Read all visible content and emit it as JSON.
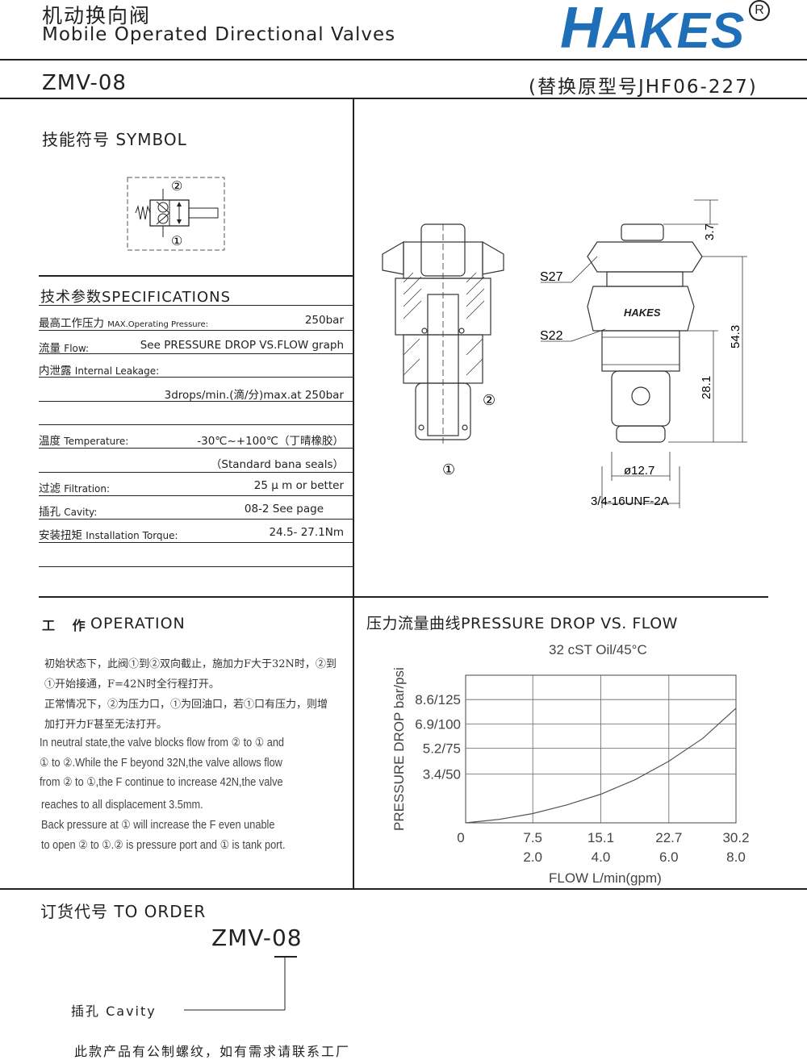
{
  "header": {
    "title_cn": "机动换向阀",
    "title_en": "Mobile Operated Directional Valves",
    "brand_first": "H",
    "brand_rest": "AKES",
    "registered_mark": "R",
    "model": "ZMV-08",
    "replacement": "(替换原型号JHF06-227)"
  },
  "symbol": {
    "title": "技能符号  SYMBOL",
    "port_top": "②",
    "port_bottom": "①"
  },
  "drawing": {
    "port2": "②",
    "port1": "①",
    "hex1": "S27",
    "hex2": "S22",
    "body_brand": "HAKES",
    "dim_top": "3.7",
    "dim_total": "54.3",
    "dim_lower": "28.1",
    "dim_diameter": "ø12.7",
    "thread": "3/4-16UNF-2A"
  },
  "specs": {
    "title": "技术参数SPECIFICATIONS",
    "rows": [
      {
        "label_cn": "最高工作压力",
        "label_en": "MAX.Operating  Pressure:",
        "value": "250bar"
      },
      {
        "label_cn": "流量",
        "label_en": "Flow:",
        "value": "See PRESSURE DROP VS.FLOW graph"
      },
      {
        "label_cn": "内泄露",
        "label_en": "Internal Leakage:",
        "value": ""
      },
      {
        "label_cn": "",
        "label_en": "",
        "value": "3drops/min.(滴/分)max.at 250bar"
      },
      {
        "label_cn": "温度",
        "label_en": "Temperature:",
        "value": "-30℃~+100℃（丁晴橡胶）"
      },
      {
        "label_cn": "",
        "label_en": "",
        "value": "（Standard bana seals）"
      },
      {
        "label_cn": "过滤",
        "label_en": "Filtration:",
        "value": "25 μ m  or  better"
      },
      {
        "label_cn": "插孔",
        "label_en": "Cavity:",
        "value": "08-2 See page"
      },
      {
        "label_cn": "安装扭矩",
        "label_en": "Installation Torque:",
        "value": "24.5- 27.1Nm"
      }
    ]
  },
  "operation": {
    "title_cn": "工 作",
    "title_en": "OPERATION",
    "cn_lines": [
      "初始状态下，此阀①到②双向截止，施加力F大于32N时，②到",
      "①开始接通，F=42N时全行程打开。",
      "正常情况下，②为压力口，①为回油口，若①口有压力，则增",
      "加打开力F甚至无法打开。"
    ],
    "en_lines": [
      "In neutral state,the valve blocks flow from ② to ① and",
      "① to ②.While the F beyond 32N,the valve allows flow",
      "from ② to ①,the F continue to increase 42N,the valve",
      "reaches to all displacement 3.5mm.",
      "Back pressure at ① will increase the F even unable",
      "to open ② to ①.② is pressure port and ① is tank port."
    ]
  },
  "chart_data": {
    "type": "line",
    "title": "压力流量曲线PRESSURE  DROP  VS. FLOW",
    "subtitle": "32 cST Oil/45°C",
    "xlabel": "FLOW L/min(gpm)",
    "ylabel": "PRESSURE  DROP  bar/psi",
    "x_ticks_lpm": [
      "7.5",
      "15.1",
      "22.7",
      "30.2"
    ],
    "x_ticks_gpm": [
      "2.0",
      "4.0",
      "6.0",
      "8.0"
    ],
    "x_origin_label": "0",
    "y_ticks": [
      "3.4/50",
      "5.2/75",
      "6.9/100",
      "8.6/125"
    ],
    "xlim": [
      0,
      30.2
    ],
    "ylim": [
      0,
      10.3
    ],
    "grid": true,
    "series": [
      {
        "x": [
          0,
          3.8,
          7.5,
          11.3,
          15.1,
          18.9,
          22.7,
          26.5,
          30.2
        ],
        "y": [
          0,
          0.25,
          0.65,
          1.25,
          2.0,
          3.0,
          4.3,
          5.9,
          8.0
        ]
      }
    ]
  },
  "order": {
    "title": "订货代号  TO  ORDER",
    "model": "ZMV-08",
    "cavity_label": "插孔 Cavity",
    "note": "此款产品有公制螺纹，如有需求请联系工厂"
  },
  "colors": {
    "brand": "#1f6fb8",
    "line": "#222222",
    "chart_line": "#555555"
  }
}
